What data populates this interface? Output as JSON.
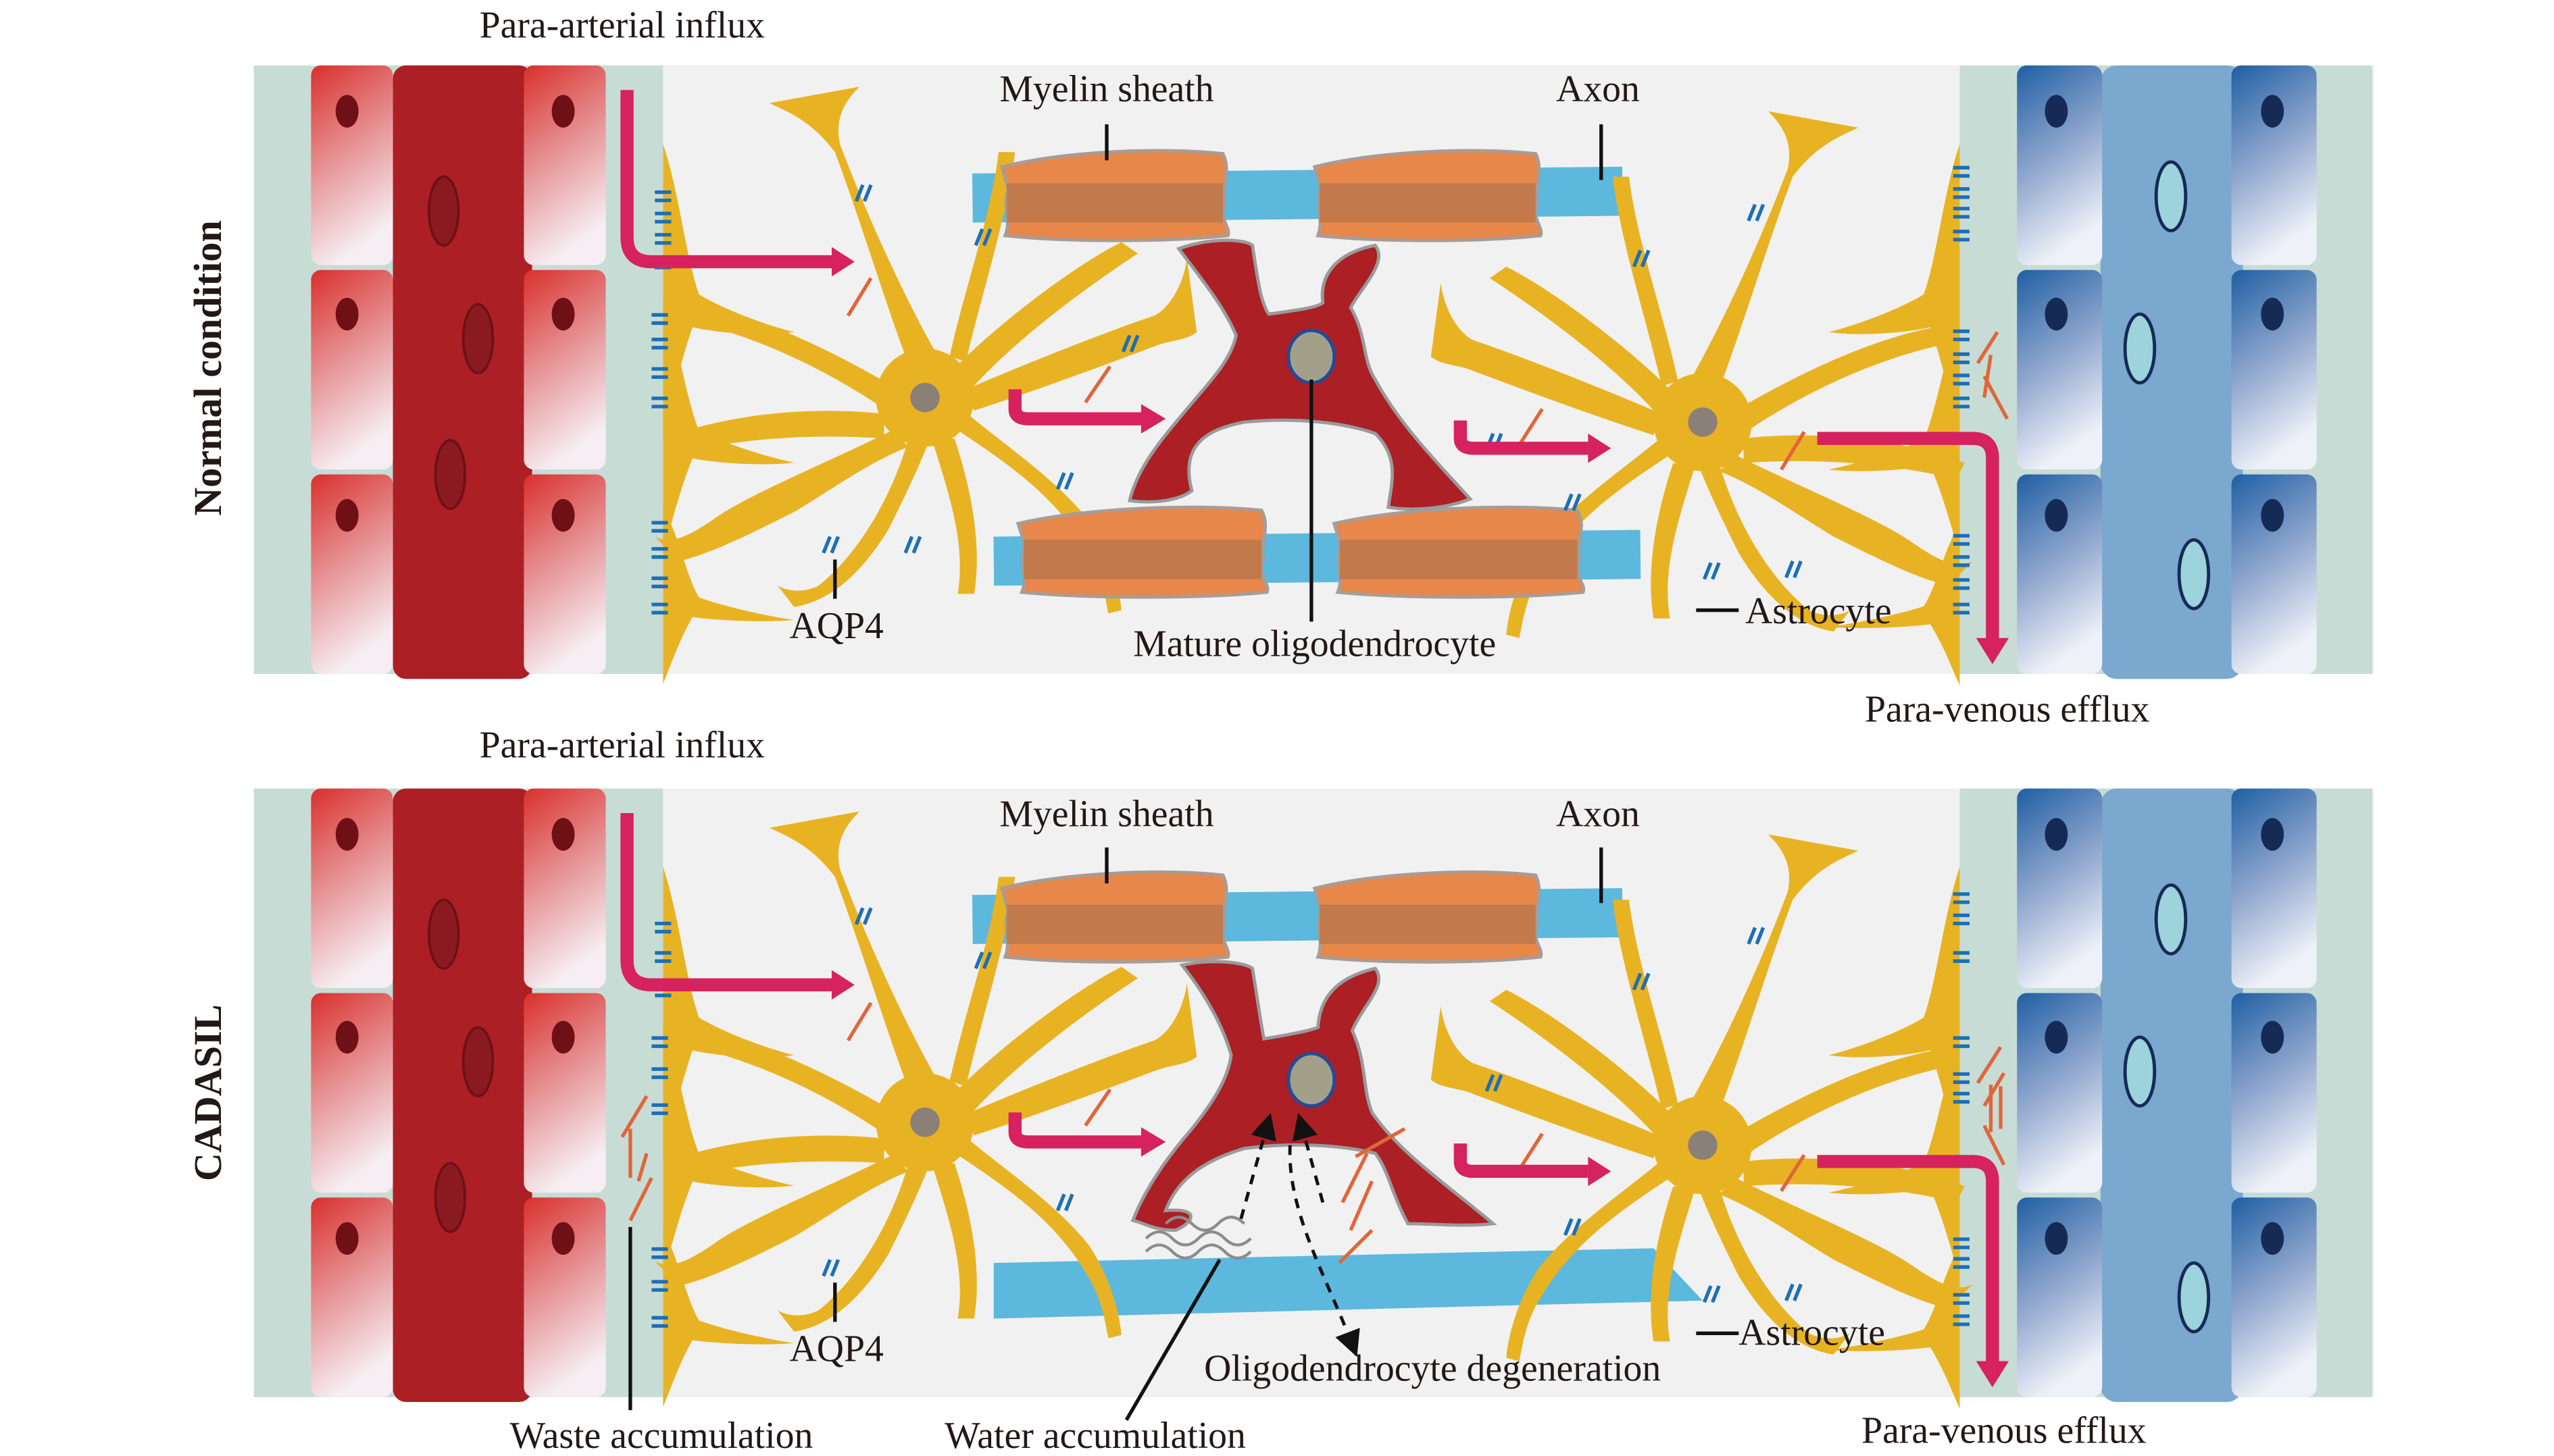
{
  "figure": {
    "panels": [
      {
        "id": "normal",
        "row_label": "Normal condition",
        "labels": {
          "influx": "Para-arterial influx",
          "efflux": "Para-venous efflux",
          "myelin": "Myelin sheath",
          "axon": "Axon",
          "aqp4": "AQP4",
          "oligodendrocyte": "Mature oligodendrocyte",
          "astrocyte": "Astrocyte"
        }
      },
      {
        "id": "cadasil",
        "row_label": "CADASIL",
        "labels": {
          "influx": "Para-arterial influx",
          "efflux": "Para-venous efflux",
          "myelin": "Myelin sheath",
          "axon": "Axon",
          "aqp4": "AQP4",
          "oligodendrocyte": "Oligodendrocyte degeneration",
          "astrocyte": "Astrocyte",
          "waste": "Waste accumulation",
          "water": "Water accumulation"
        }
      }
    ],
    "colors": {
      "artery_lumen": "#ab1f25",
      "artery_cell_top": "#d9302c",
      "vein_lumen": "#7aa8cf",
      "vein_cell_top": "#1f5fa3",
      "astrocyte": "#e8b323",
      "myelin": "#e8874a",
      "axon": "#5cb8dc",
      "oligodendrocyte": "#ab1f25",
      "flow_arrow": "#d6225f",
      "aqp4": "#1e6fb3",
      "waste": "#e0663a",
      "perivascular_space": "#c8dcd6",
      "parenchyma": "#f1f1f1"
    }
  }
}
